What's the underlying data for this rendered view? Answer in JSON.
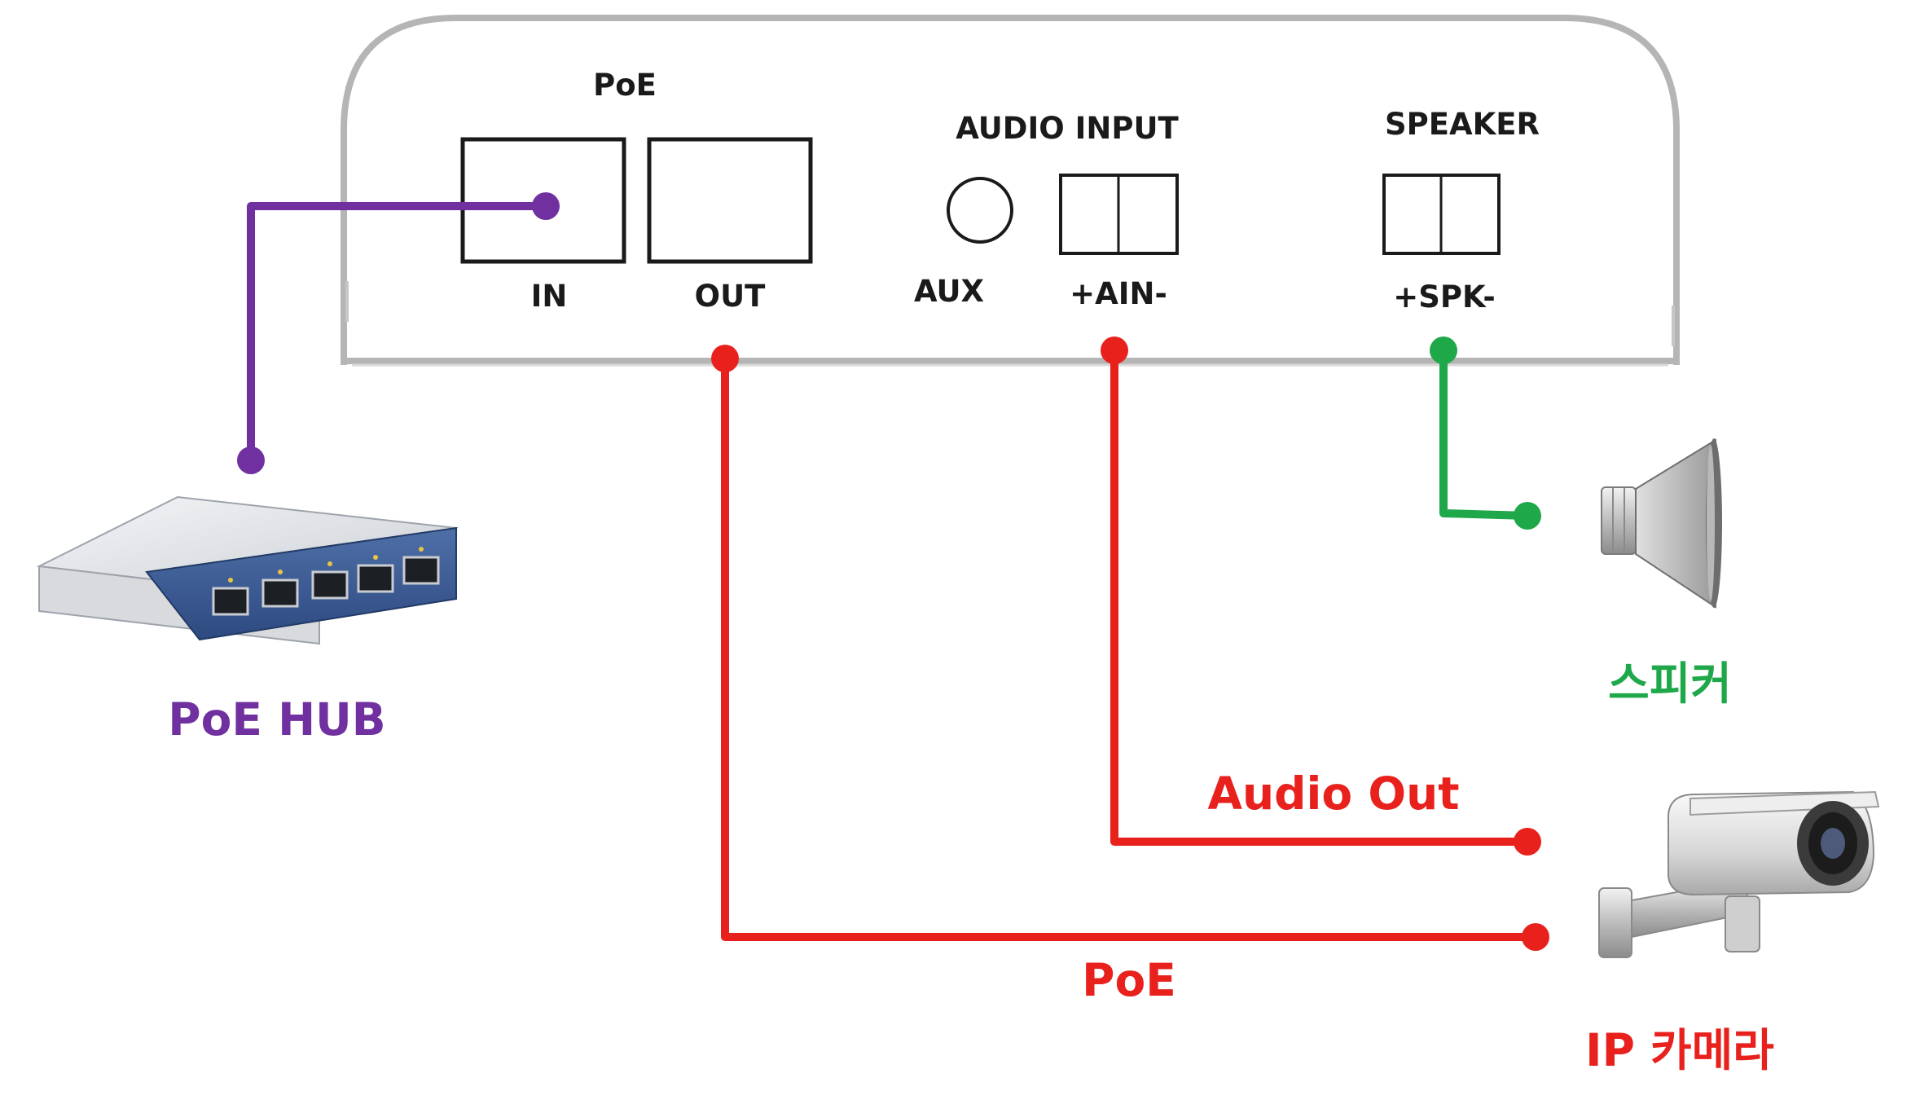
{
  "device": {
    "poe_title": "PoE",
    "poe_in": "IN",
    "poe_out": "OUT",
    "audio_input_title": "AUDIO INPUT",
    "aux": "AUX",
    "ain": "+AIN-",
    "speaker_title": "SPEAKER",
    "spk": "+SPK-"
  },
  "callouts": {
    "poe_hub": "PoE HUB",
    "speaker": "스피커",
    "audio_out": "Audio Out",
    "poe": "PoE",
    "ip_camera": "IP 카메라"
  },
  "colors": {
    "purple": "#7030a0",
    "red": "#e8211d",
    "green": "#1fa84a",
    "outline": "#1a1a1a",
    "device_border": "#b5b5b5"
  },
  "icons": [
    "poe-hub-icon",
    "speaker-icon",
    "ip-camera-icon"
  ]
}
